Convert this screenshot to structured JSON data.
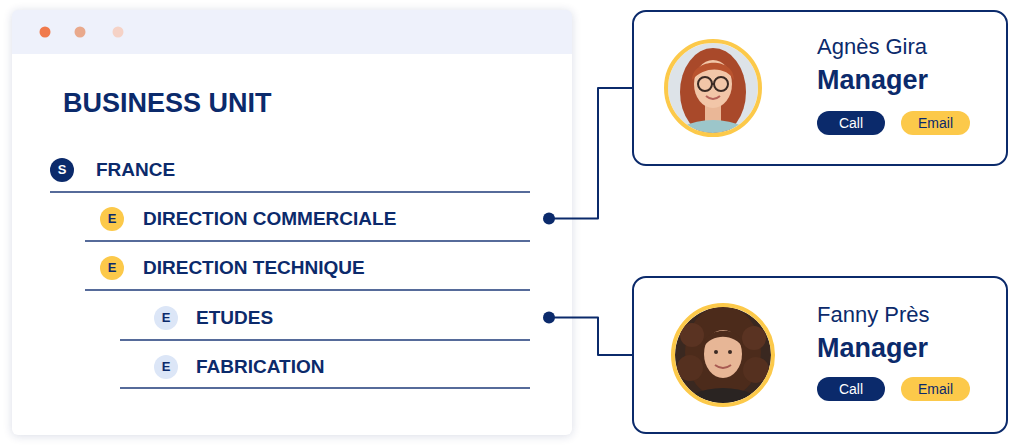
{
  "diagram": {
    "nodes": [
      {
        "text": [
          "BUSINESS UNIT"
        ]
      },
      {
        "text": [
          "FRANCE"
        ],
        "in": 0
      },
      {
        "text": [
          "S"
        ],
        "in": 1
      },
      {
        "text": [
          "DIRECTION COMMERCIALE"
        ],
        "in": 0
      },
      {
        "text": [
          "E"
        ],
        "in": 3
      },
      {
        "text": [
          "DIRECTION TECHNIQUE"
        ],
        "in": 0
      },
      {
        "text": [
          "E"
        ],
        "in": 5
      },
      {
        "text": [
          "ETUDES"
        ],
        "in": 0
      },
      {
        "text": [
          "E"
        ],
        "in": 7
      },
      {
        "text": [
          "FABRICATION"
        ],
        "in": 0
      },
      {
        "text": [
          "E"
        ],
        "in": 9
      },
      {
        "text": [
          "Agnès Gira",
          "Manager"
        ]
      },
      {
        "text": [
          "Call"
        ],
        "in": 11
      },
      {
        "text": [
          "Email"
        ],
        "in": 11
      },
      {
        "text": [
          "Fanny Près",
          "Manager"
        ]
      },
      {
        "text": [
          "Call"
        ],
        "in": 14
      },
      {
        "text": [
          "Email"
        ],
        "in": 14
      }
    ],
    "edges": [
      {
        "from": 3,
        "to": 11,
        "arrow": "none"
      },
      {
        "from": 7,
        "to": 14,
        "arrow": "none"
      }
    ]
  }
}
